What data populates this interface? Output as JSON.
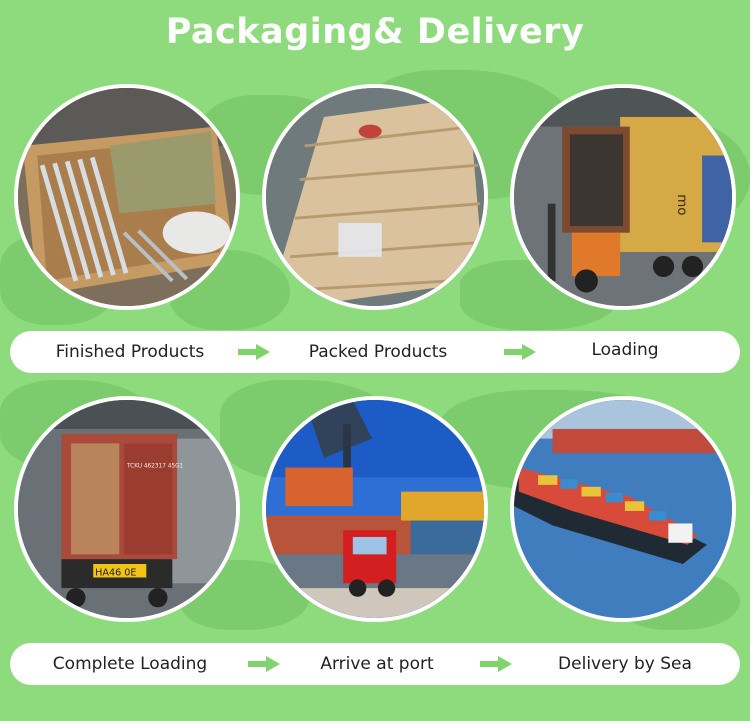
{
  "title": "Packaging& Delivery",
  "row1": {
    "steps": [
      "Finished Products",
      "Packed Products",
      "Loading"
    ]
  },
  "row2": {
    "steps": [
      "Complete Loading",
      "Arrive at port",
      "Delivery by Sea"
    ]
  },
  "container_codes": {
    "yellow": "mo",
    "red": "TCKU 462317 45G1"
  },
  "plate_text": "HA46 0E",
  "colors": {
    "background": "#8edb7e",
    "map": "#79c86a",
    "arrow": "#7fd36d",
    "bar": "#ffffff"
  }
}
